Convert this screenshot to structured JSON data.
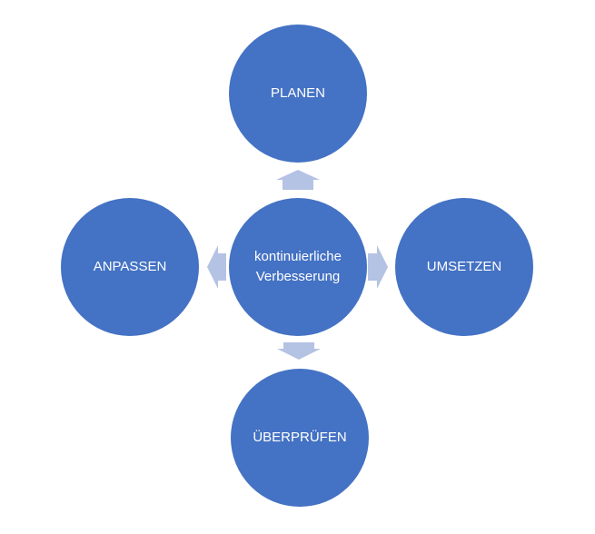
{
  "diagram": {
    "center": {
      "label": "kontinuierliche\nVerbesserung"
    },
    "top": {
      "label": "PLANEN"
    },
    "right": {
      "label": "UMSETZEN"
    },
    "bottom": {
      "label": "ÜBERPRÜFEN"
    },
    "left": {
      "label": "ANPASSEN"
    }
  },
  "colors": {
    "node_fill": "#4472c4",
    "node_text": "#ffffff",
    "arrow_fill": "#b4c2e4"
  }
}
